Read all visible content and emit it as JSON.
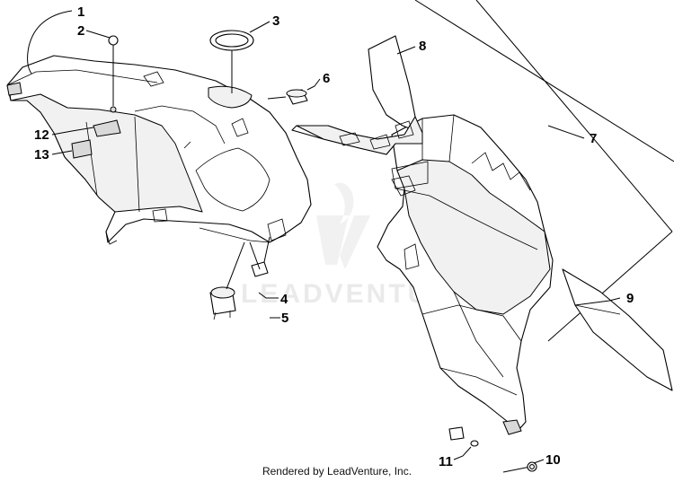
{
  "callouts": {
    "c1": "1",
    "c2": "2",
    "c3": "3",
    "c4": "4",
    "c5": "5",
    "c6": "6",
    "c7": "7",
    "c8": "8",
    "c9": "9",
    "c10": "10",
    "c11": "11",
    "c12": "12",
    "c13": "13"
  },
  "watermark": {
    "text": "LEADVENTURE"
  },
  "footer": {
    "credit": "Rendered by LeadVenture, Inc."
  }
}
